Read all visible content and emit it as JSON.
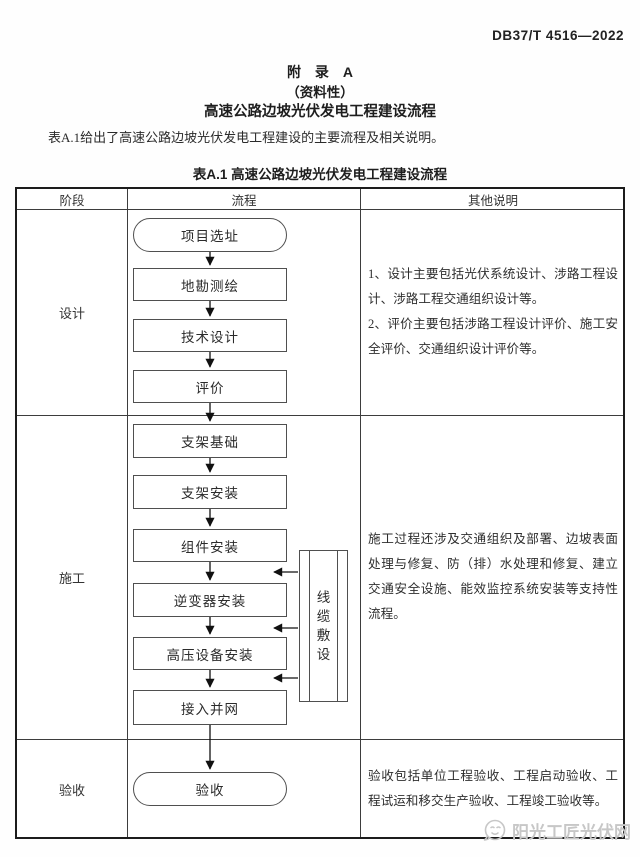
{
  "header": {
    "doc_number": "DB37/T 4516—2022"
  },
  "titles": {
    "appendix": "附　录　A",
    "informative": "（资料性）",
    "subtitle": "高速公路边坡光伏发电工程建设流程"
  },
  "intro": "表A.1给出了高速公路边坡光伏发电工程建设的主要流程及相关说明。",
  "table": {
    "caption": "表A.1 高速公路边坡光伏发电工程建设流程",
    "columns": [
      "阶段",
      "流程",
      "其他说明"
    ],
    "rows": [
      {
        "phase": "设计",
        "notes": [
          "1、设计主要包括光伏系统设计、涉路工程设计、涉路工程交通组织设计等。",
          "2、评价主要包括涉路工程设计评价、施工安全评价、交通组织设计评价等。"
        ]
      },
      {
        "phase": "施工",
        "notes": [
          "施工过程还涉及交通组织及部署、边坡表面处理与修复、防（排）水处理和修复、建立交通安全设施、能效监控系统安装等支持性流程。"
        ]
      },
      {
        "phase": "验收",
        "notes": [
          "验收包括单位工程验收、工程启动验收、工程试运和移交生产验收、工程竣工验收等。"
        ]
      }
    ]
  },
  "flow": {
    "nodes": [
      {
        "label": "项目选址",
        "shape": "stadium"
      },
      {
        "label": "地勘测绘",
        "shape": "rect"
      },
      {
        "label": "技术设计",
        "shape": "rect"
      },
      {
        "label": "评价",
        "shape": "rect"
      },
      {
        "label": "支架基础",
        "shape": "rect"
      },
      {
        "label": "支架安装",
        "shape": "rect"
      },
      {
        "label": "组件安装",
        "shape": "rect"
      },
      {
        "label": "逆变器安装",
        "shape": "rect"
      },
      {
        "label": "高压设备安装",
        "shape": "rect"
      },
      {
        "label": "接入并网",
        "shape": "rect"
      },
      {
        "label": "验收",
        "shape": "stadium"
      }
    ],
    "side_node": {
      "label": "线缆敷设",
      "shape": "predefined-process"
    }
  },
  "watermark": {
    "text": "阳光工匠光伏网",
    "icon": "wechat-face-icon"
  },
  "colors": {
    "ink": "#2b2b2b",
    "border": "#4f4f4f",
    "watermark": "#c7c7c7"
  }
}
